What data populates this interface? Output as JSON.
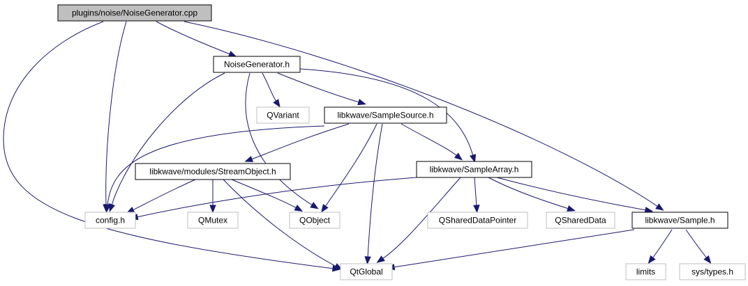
{
  "nodes": [
    {
      "id": "noise_cpp",
      "label": "plugins/noise/NoiseGenerator.cpp",
      "style": "root"
    },
    {
      "id": "noise_h",
      "label": "NoiseGenerator.h",
      "style": "documented"
    },
    {
      "id": "qvariant",
      "label": "QVariant",
      "style": "external"
    },
    {
      "id": "samplesource_h",
      "label": "libkwave/SampleSource.h",
      "style": "documented"
    },
    {
      "id": "streamobject_h",
      "label": "libkwave/modules/StreamObject.h",
      "style": "documented"
    },
    {
      "id": "samplearray_h",
      "label": "libkwave/SampleArray.h",
      "style": "documented"
    },
    {
      "id": "config_h",
      "label": "config.h",
      "style": "external"
    },
    {
      "id": "qmutex",
      "label": "QMutex",
      "style": "external"
    },
    {
      "id": "qobject",
      "label": "QObject",
      "style": "external"
    },
    {
      "id": "qshareddatapointer",
      "label": "QSharedDataPointer",
      "style": "external"
    },
    {
      "id": "qshareddata",
      "label": "QSharedData",
      "style": "external"
    },
    {
      "id": "sample_h",
      "label": "libkwave/Sample.h",
      "style": "documented"
    },
    {
      "id": "qtglobal",
      "label": "QtGlobal",
      "style": "external"
    },
    {
      "id": "limits",
      "label": "limits",
      "style": "external"
    },
    {
      "id": "systypes_h",
      "label": "sys/types.h",
      "style": "external"
    }
  ],
  "edges": [
    {
      "from": "noise_cpp",
      "to": "qtglobal"
    },
    {
      "from": "noise_cpp",
      "to": "config_h"
    },
    {
      "from": "noise_cpp",
      "to": "noise_h"
    },
    {
      "from": "noise_cpp",
      "to": "sample_h"
    },
    {
      "from": "noise_h",
      "to": "config_h"
    },
    {
      "from": "noise_h",
      "to": "qobject"
    },
    {
      "from": "noise_h",
      "to": "qvariant"
    },
    {
      "from": "noise_h",
      "to": "samplesource_h"
    },
    {
      "from": "noise_h",
      "to": "samplearray_h"
    },
    {
      "from": "samplesource_h",
      "to": "config_h"
    },
    {
      "from": "samplesource_h",
      "to": "streamobject_h"
    },
    {
      "from": "samplesource_h",
      "to": "qobject"
    },
    {
      "from": "samplesource_h",
      "to": "qtglobal"
    },
    {
      "from": "samplesource_h",
      "to": "samplearray_h"
    },
    {
      "from": "streamobject_h",
      "to": "config_h"
    },
    {
      "from": "streamobject_h",
      "to": "qmutex"
    },
    {
      "from": "streamobject_h",
      "to": "qobject"
    },
    {
      "from": "streamobject_h",
      "to": "qtglobal"
    },
    {
      "from": "samplearray_h",
      "to": "config_h"
    },
    {
      "from": "samplearray_h",
      "to": "qtglobal"
    },
    {
      "from": "samplearray_h",
      "to": "qshareddatapointer"
    },
    {
      "from": "samplearray_h",
      "to": "qshareddata"
    },
    {
      "from": "samplearray_h",
      "to": "sample_h"
    },
    {
      "from": "sample_h",
      "to": "qtglobal"
    },
    {
      "from": "sample_h",
      "to": "limits"
    },
    {
      "from": "sample_h",
      "to": "systypes_h"
    }
  ],
  "colors": {
    "edge": "#191970",
    "root_fill": "#bfbfbf",
    "root_border": "#000000",
    "documented_fill": "#ffffff",
    "documented_border": "#000000",
    "external_fill": "#ffffff",
    "external_border": "#bfbfbf",
    "text": "#000000"
  }
}
